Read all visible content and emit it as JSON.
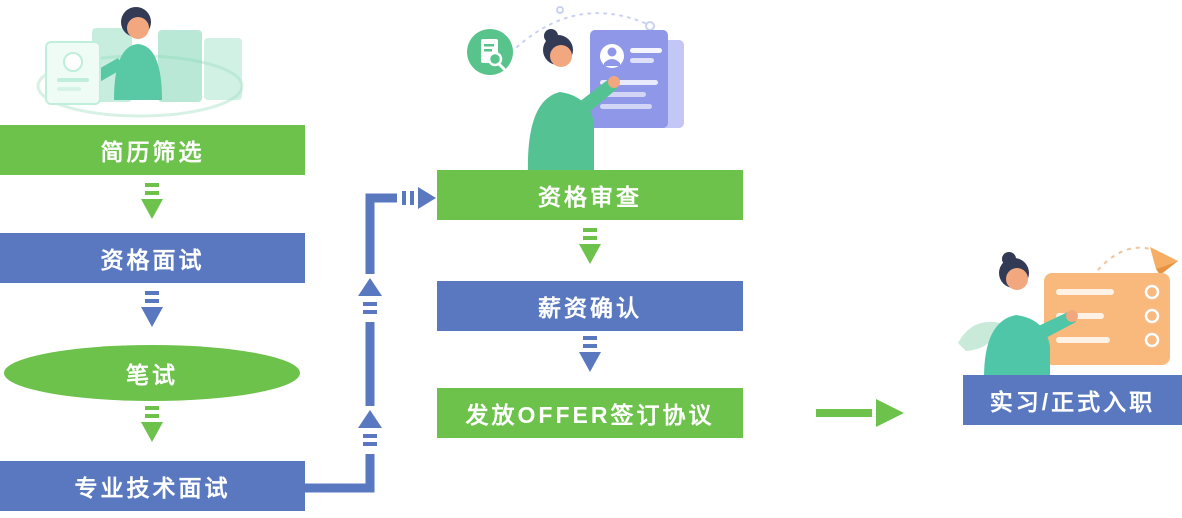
{
  "flow": {
    "left": {
      "nodes": [
        {
          "label": "简历筛选",
          "shape": "rect",
          "color": "green"
        },
        {
          "label": "资格面试",
          "shape": "rect",
          "color": "blue"
        },
        {
          "label": "笔试",
          "shape": "ellipse",
          "color": "green"
        },
        {
          "label": "专业技术面试",
          "shape": "rect",
          "color": "blue"
        }
      ]
    },
    "middle": {
      "nodes": [
        {
          "label": "资格审查",
          "shape": "rect",
          "color": "green"
        },
        {
          "label": "薪资确认",
          "shape": "rect",
          "color": "blue"
        },
        {
          "label": "发放OFFER签订协议",
          "shape": "rect",
          "color": "green"
        }
      ]
    },
    "right": {
      "nodes": [
        {
          "label": "实习/正式入职",
          "shape": "rect",
          "color": "blue"
        }
      ]
    },
    "connections": [
      {
        "from": "简历筛选",
        "to": "资格面试",
        "style": "down-arrow",
        "color": "green"
      },
      {
        "from": "资格面试",
        "to": "笔试",
        "style": "down-arrow",
        "color": "blue"
      },
      {
        "from": "笔试",
        "to": "专业技术面试",
        "style": "down-arrow",
        "color": "green"
      },
      {
        "from": "专业技术面试",
        "to": "资格审查",
        "style": "elbow-right-up-right",
        "color": "blue"
      },
      {
        "from": "资格审查",
        "to": "薪资确认",
        "style": "down-arrow",
        "color": "green"
      },
      {
        "from": "薪资确认",
        "to": "发放OFFER签订协议",
        "style": "down-arrow",
        "color": "blue"
      },
      {
        "from": "发放OFFER签订协议",
        "to": "实习/正式入职",
        "style": "right-arrow",
        "color": "green"
      }
    ]
  },
  "colors": {
    "green": "#6cc24a",
    "blue": "#5a78c0",
    "text": "#ffffff",
    "bg": "#ffffff"
  },
  "illustrations": {
    "top_left": "person-with-resume-carousel",
    "top_middle": "person-reviewing-resume-with-document-search-icon",
    "right": "person-onboarding-checklist-with-paper-plane"
  }
}
